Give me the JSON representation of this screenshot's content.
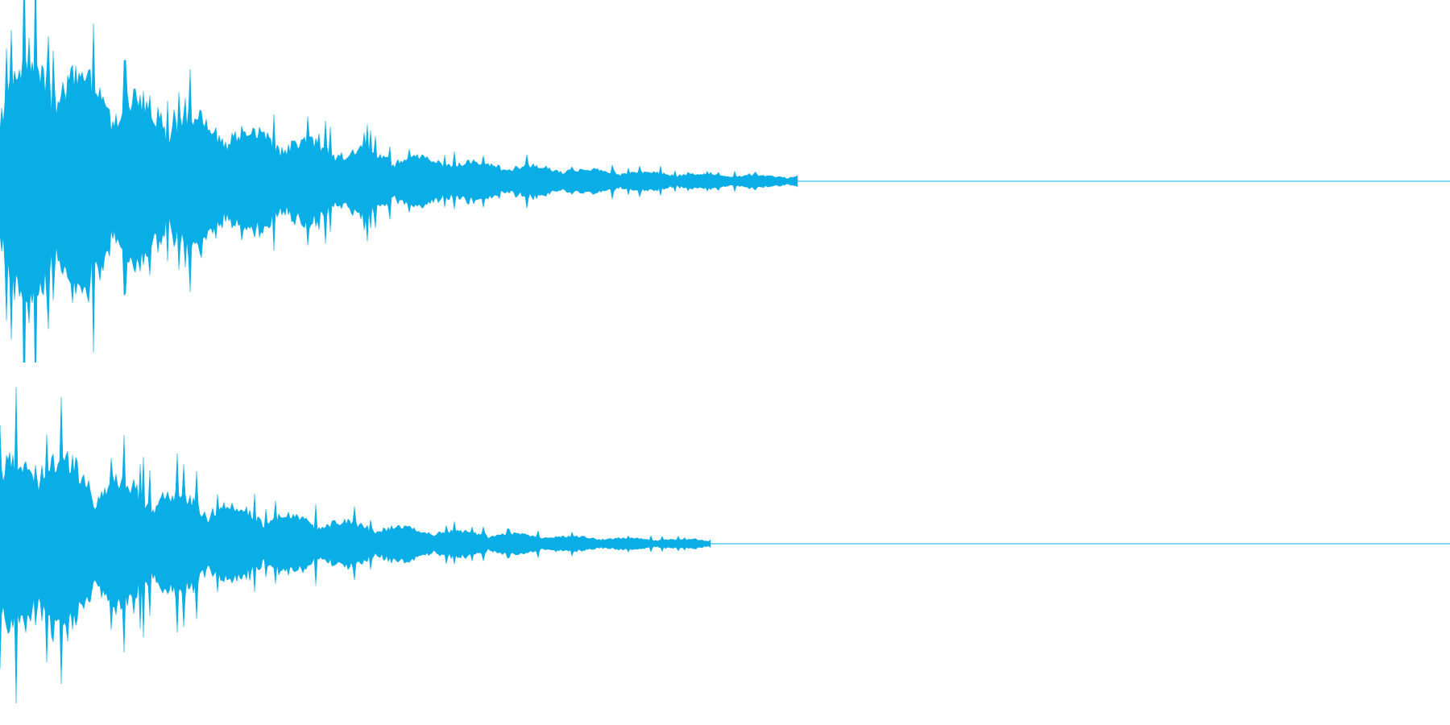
{
  "waveform": {
    "color": "#0aaee6",
    "channels": [
      {
        "id": "left",
        "peak_amplitude": 0.97,
        "decay_end_fraction": 0.63,
        "tail_end_fraction": 0.55
      },
      {
        "id": "right",
        "peak_amplitude": 0.86,
        "decay_end_fraction": 0.55,
        "tail_end_fraction": 0.49
      }
    ]
  }
}
